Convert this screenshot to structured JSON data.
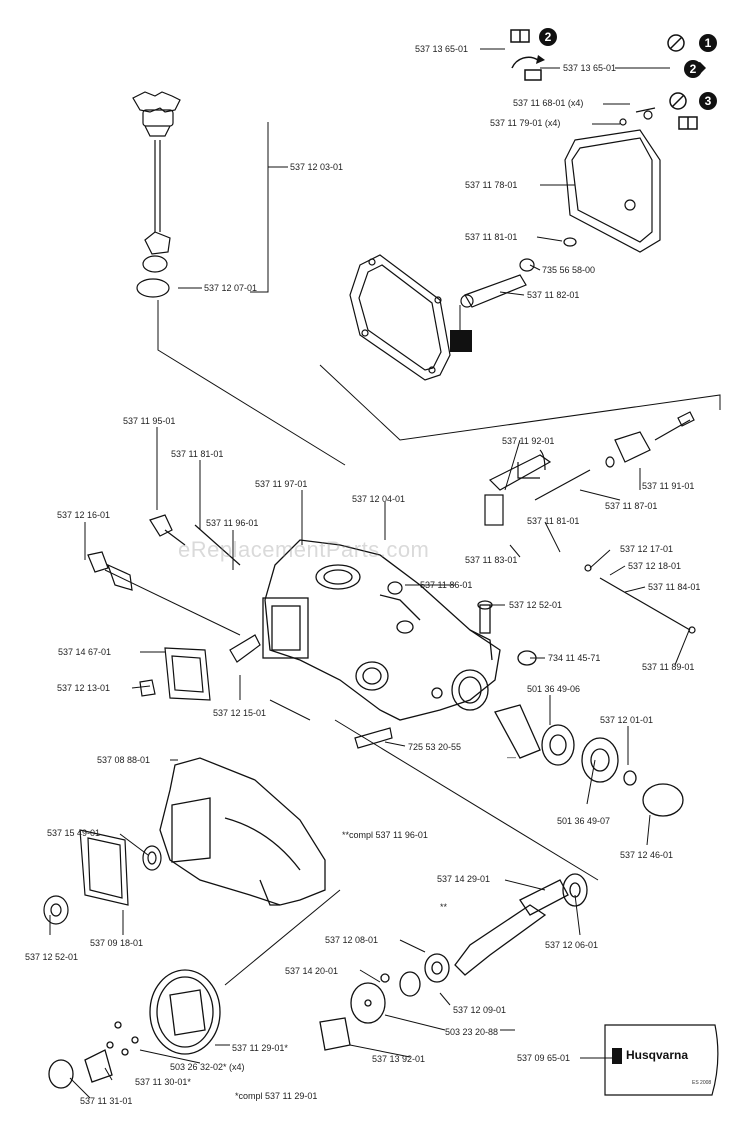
{
  "watermark": "eReplacementParts.com",
  "badges": {
    "one": "1",
    "two_top": "2",
    "two_mid": "2",
    "three": "3"
  },
  "labels": {
    "p_537136501_a": "537 13 65-01",
    "p_537136501_b": "537 13 65-01",
    "p_537116801_x4": "537 11 68-01 (x4)",
    "p_537117901_x4": "537 11 79-01 (x4)",
    "p_537117801": "537 11 78-01",
    "p_537118101_top": "537 11 81-01",
    "p_735565800": "735 56 58-00",
    "p_537118201": "537 11 82-01",
    "p_537120301": "537 12 03-01",
    "p_537120701": "537 12 07-01",
    "p_537119501_a": "537 11 95-01",
    "p_537118101_b": "537 11 81-01",
    "p_537119701": "537 11 97-01",
    "p_537119201": "537 11 92-01",
    "p_537119101": "537 11 91-01",
    "p_537118701": "537 11 87-01",
    "p_537121601": "537 12 16-01",
    "p_537119601": "537 11 96-01",
    "p_537120401": "537 12 04-01",
    "p_537118101_c": "537 11 81-01",
    "p_537118301": "537 11 83-01",
    "p_537121701": "537 12 17-01",
    "p_537121801": "537 12 18-01",
    "p_537118401": "537 11 84-01",
    "p_537118901": "537 11 89-01",
    "p_537125201": "537 12 52-01",
    "p_537146701": "537 14 67-01",
    "p_734114571": "734 11 45-71",
    "p_537118601": "537 11 86-01",
    "p_537121301": "537 12 13-01",
    "p_537121501": "537 12 15-01",
    "p_501364906": "501 36 49-06",
    "p_537120101": "537 12 01-01",
    "p_725532055": "725 53 20-55",
    "p_537088801": "537 08 88-01",
    "p_501364907": "501 36 49-07",
    "p_537124601": "537 12 46-01",
    "p_537154901": "537 15 49-01",
    "p_537120601": "537 12 06-01",
    "p_537142901": "537 14 29-01",
    "p_537091801": "537 09 18-01",
    "p_537125201_b": "537 12 52-01",
    "p_537120801": "537 12 08-01",
    "p_537142001": "537 14 20-01",
    "p_537120901": "537 12 09-01",
    "p_503232088": "503 23 20-88",
    "p_537112901": "537 11 29-01*",
    "p_503263202": "503 26 32-02* (x4)",
    "p_537131301": "537 11 30-01*",
    "p_537113101": "537 11 31-01",
    "p_537139201": "537 13 92-01",
    "p_537096501": "537 09 65-01"
  },
  "notes": {
    "compl_96": "**compl 537 11 96-01",
    "compl_29": "*compl 537 11 29-01",
    "double_star": "**",
    "dash_mark": "—"
  },
  "decal": {
    "brand": "Husqvarna",
    "ref": "ES 2008"
  }
}
